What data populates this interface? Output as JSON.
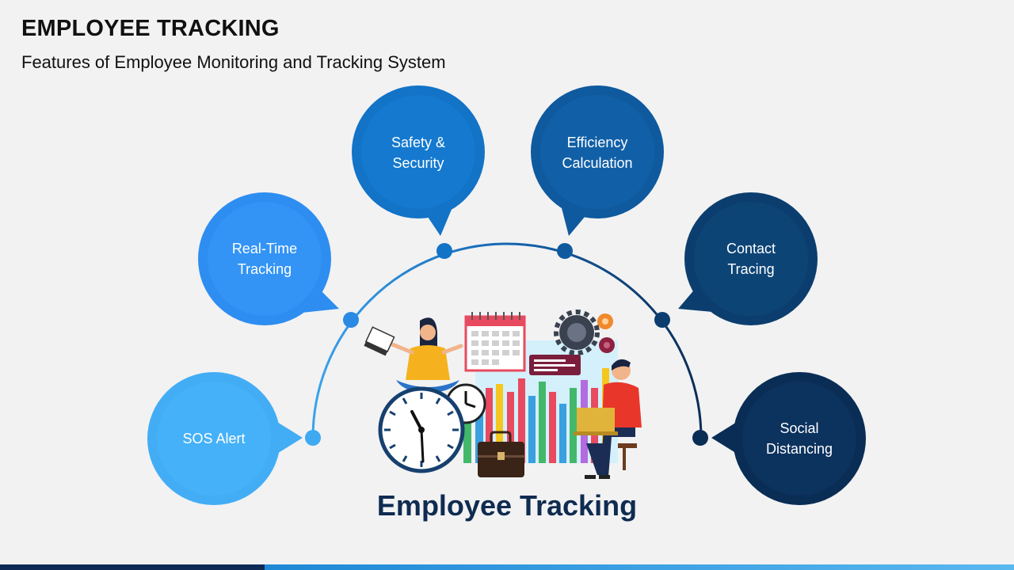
{
  "header": {
    "title": "EMPLOYEE TRACKING",
    "subtitle": "Features of Employee Monitoring and Tracking System"
  },
  "center_label": "Employee Tracking",
  "features": [
    {
      "line1": "SOS Alert",
      "line2": "",
      "color": "#42adf5"
    },
    {
      "line1": "Real-Time",
      "line2": "Tracking",
      "color": "#2e8df0"
    },
    {
      "line1": "Safety &",
      "line2": "Security",
      "color": "#1273c7"
    },
    {
      "line1": "Efficiency",
      "line2": "Calculation",
      "color": "#0f5a9e"
    },
    {
      "line1": "Contact",
      "line2": "Tracing",
      "color": "#0b3e6e"
    },
    {
      "line1": "Social",
      "line2": "Distancing",
      "color": "#0a2d55"
    }
  ],
  "colors": {
    "background": "#f2f2f3",
    "title": "#111111",
    "center_label": "#0f2b50",
    "accent_dark": "#0e2a55",
    "accent_light": "#1e88d6"
  },
  "icons": [
    "woman-with-laptop-icon",
    "calendar-icon",
    "gears-icon",
    "man-with-laptop-icon",
    "clock-icon",
    "briefcase-icon",
    "bar-chart-icon"
  ]
}
